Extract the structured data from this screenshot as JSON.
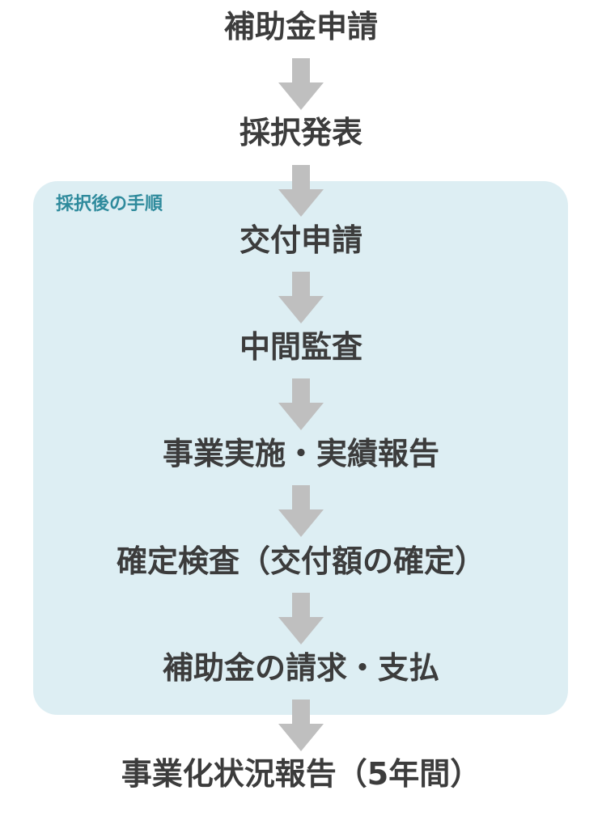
{
  "group": {
    "label": "採択後の手順",
    "background_color": "#ddeef3",
    "label_color": "#2e8a9c"
  },
  "steps": [
    {
      "label": "補助金申請"
    },
    {
      "label": "採択発表"
    },
    {
      "label": "交付申請"
    },
    {
      "label": "中間監査"
    },
    {
      "label": "事業実施・実績報告"
    },
    {
      "label": "確定検査（交付額の確定）"
    },
    {
      "label": "補助金の請求・支払"
    },
    {
      "label": "事業化状況報告（5年間）"
    }
  ],
  "colors": {
    "text": "#3c3c3c",
    "arrow": "#bfbfbf"
  },
  "icons": {
    "arrow": "arrow-down-icon"
  }
}
